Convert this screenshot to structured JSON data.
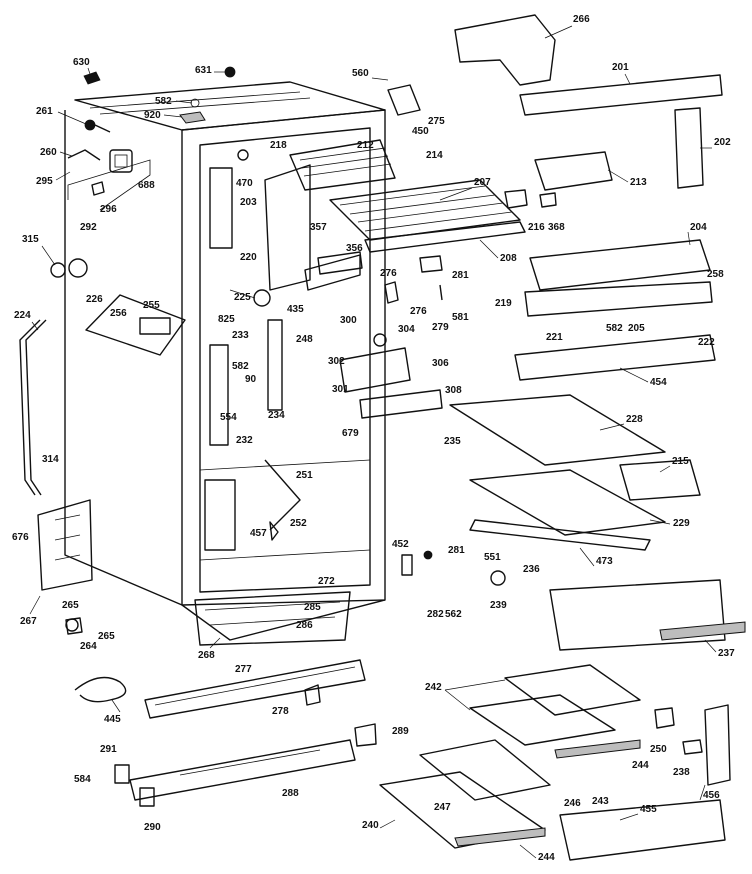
{
  "callouts": [
    {
      "id": "630",
      "text": "630"
    },
    {
      "id": "631",
      "text": "631"
    },
    {
      "id": "582a",
      "text": "582"
    },
    {
      "id": "920",
      "text": "920"
    },
    {
      "id": "261",
      "text": "261"
    },
    {
      "id": "260",
      "text": "260"
    },
    {
      "id": "295",
      "text": "295"
    },
    {
      "id": "296",
      "text": "296"
    },
    {
      "id": "688",
      "text": "688"
    },
    {
      "id": "292",
      "text": "292"
    },
    {
      "id": "315",
      "text": "315"
    },
    {
      "id": "226",
      "text": "226"
    },
    {
      "id": "224",
      "text": "224"
    },
    {
      "id": "256",
      "text": "256"
    },
    {
      "id": "255",
      "text": "255"
    },
    {
      "id": "314",
      "text": "314"
    },
    {
      "id": "676",
      "text": "676"
    },
    {
      "id": "267",
      "text": "267"
    },
    {
      "id": "265a",
      "text": "265"
    },
    {
      "id": "265b",
      "text": "265"
    },
    {
      "id": "264",
      "text": "264"
    },
    {
      "id": "445",
      "text": "445"
    },
    {
      "id": "268",
      "text": "268"
    },
    {
      "id": "277",
      "text": "277"
    },
    {
      "id": "278",
      "text": "278"
    },
    {
      "id": "289",
      "text": "289"
    },
    {
      "id": "291",
      "text": "291"
    },
    {
      "id": "584",
      "text": "584"
    },
    {
      "id": "290",
      "text": "290"
    },
    {
      "id": "288",
      "text": "288"
    },
    {
      "id": "218",
      "text": "218"
    },
    {
      "id": "470",
      "text": "470"
    },
    {
      "id": "203",
      "text": "203"
    },
    {
      "id": "212",
      "text": "212"
    },
    {
      "id": "214",
      "text": "214"
    },
    {
      "id": "357",
      "text": "357"
    },
    {
      "id": "220",
      "text": "220"
    },
    {
      "id": "225",
      "text": "225"
    },
    {
      "id": "435",
      "text": "435"
    },
    {
      "id": "825",
      "text": "825"
    },
    {
      "id": "233",
      "text": "233"
    },
    {
      "id": "582b",
      "text": "582"
    },
    {
      "id": "90",
      "text": "90"
    },
    {
      "id": "554",
      "text": "554"
    },
    {
      "id": "232",
      "text": "232"
    },
    {
      "id": "234",
      "text": "234"
    },
    {
      "id": "251",
      "text": "251"
    },
    {
      "id": "457",
      "text": "457"
    },
    {
      "id": "252",
      "text": "252"
    },
    {
      "id": "272",
      "text": "272"
    },
    {
      "id": "285",
      "text": "285"
    },
    {
      "id": "286",
      "text": "286"
    },
    {
      "id": "560",
      "text": "560"
    },
    {
      "id": "275",
      "text": "275"
    },
    {
      "id": "450",
      "text": "450"
    },
    {
      "id": "266",
      "text": "266"
    },
    {
      "id": "201",
      "text": "201"
    },
    {
      "id": "202",
      "text": "202"
    },
    {
      "id": "213",
      "text": "213"
    },
    {
      "id": "207",
      "text": "207"
    },
    {
      "id": "216",
      "text": "216"
    },
    {
      "id": "368",
      "text": "368"
    },
    {
      "id": "208",
      "text": "208"
    },
    {
      "id": "356",
      "text": "356"
    },
    {
      "id": "276a",
      "text": "276"
    },
    {
      "id": "281a",
      "text": "281"
    },
    {
      "id": "276b",
      "text": "276"
    },
    {
      "id": "279",
      "text": "279"
    },
    {
      "id": "581",
      "text": "581"
    },
    {
      "id": "204",
      "text": "204"
    },
    {
      "id": "258",
      "text": "258"
    },
    {
      "id": "219",
      "text": "219"
    },
    {
      "id": "221",
      "text": "221"
    },
    {
      "id": "582c",
      "text": "582"
    },
    {
      "id": "205",
      "text": "205"
    },
    {
      "id": "222",
      "text": "222"
    },
    {
      "id": "454",
      "text": "454"
    },
    {
      "id": "300",
      "text": "300"
    },
    {
      "id": "248",
      "text": "248"
    },
    {
      "id": "304",
      "text": "304"
    },
    {
      "id": "302",
      "text": "302"
    },
    {
      "id": "306",
      "text": "306"
    },
    {
      "id": "301",
      "text": "301"
    },
    {
      "id": "679",
      "text": "679"
    },
    {
      "id": "308",
      "text": "308"
    },
    {
      "id": "228",
      "text": "228"
    },
    {
      "id": "235",
      "text": "235"
    },
    {
      "id": "215",
      "text": "215"
    },
    {
      "id": "229",
      "text": "229"
    },
    {
      "id": "473",
      "text": "473"
    },
    {
      "id": "452",
      "text": "452"
    },
    {
      "id": "281b",
      "text": "281"
    },
    {
      "id": "551",
      "text": "551"
    },
    {
      "id": "236",
      "text": "236"
    },
    {
      "id": "282",
      "text": "282"
    },
    {
      "id": "562",
      "text": "562"
    },
    {
      "id": "239",
      "text": "239"
    },
    {
      "id": "237",
      "text": "237"
    },
    {
      "id": "242",
      "text": "242"
    },
    {
      "id": "250",
      "text": "250"
    },
    {
      "id": "238",
      "text": "238"
    },
    {
      "id": "244a",
      "text": "244"
    },
    {
      "id": "456",
      "text": "456"
    },
    {
      "id": "247",
      "text": "247"
    },
    {
      "id": "246",
      "text": "246"
    },
    {
      "id": "243",
      "text": "243"
    },
    {
      "id": "240",
      "text": "240"
    },
    {
      "id": "455",
      "text": "455"
    },
    {
      "id": "244b",
      "text": "244"
    }
  ]
}
